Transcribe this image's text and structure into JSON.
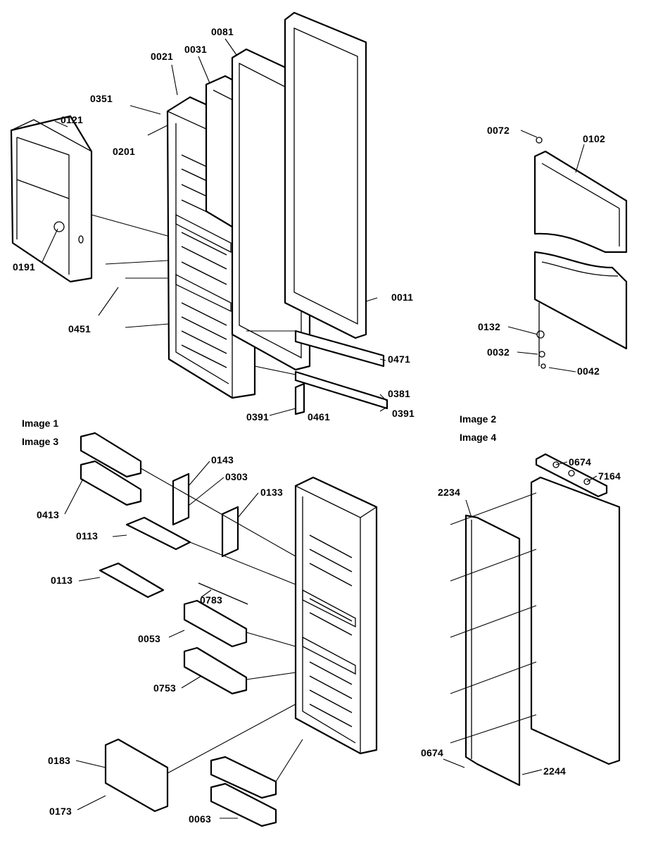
{
  "captions": {
    "image1": "Image 1",
    "image3": "Image 3",
    "image2": "Image 2",
    "image4": "Image 4"
  },
  "callouts": [
    {
      "id": "c0081",
      "text": "0081"
    },
    {
      "id": "c0021",
      "text": "0021"
    },
    {
      "id": "c0031",
      "text": "0031"
    },
    {
      "id": "c0351",
      "text": "0351"
    },
    {
      "id": "c0121",
      "text": "0121"
    },
    {
      "id": "c0201",
      "text": "0201"
    },
    {
      "id": "c0191",
      "text": "0191"
    },
    {
      "id": "c0451",
      "text": "0451"
    },
    {
      "id": "c0011",
      "text": "0011"
    },
    {
      "id": "c0471",
      "text": "0471"
    },
    {
      "id": "c0381",
      "text": "0381"
    },
    {
      "id": "c0391a",
      "text": "0391"
    },
    {
      "id": "c0461",
      "text": "0461"
    },
    {
      "id": "c0391b",
      "text": "0391"
    },
    {
      "id": "c0072",
      "text": "0072"
    },
    {
      "id": "c0102",
      "text": "0102"
    },
    {
      "id": "c0132",
      "text": "0132"
    },
    {
      "id": "c0032",
      "text": "0032"
    },
    {
      "id": "c0042",
      "text": "0042"
    },
    {
      "id": "c0143",
      "text": "0143"
    },
    {
      "id": "c0303",
      "text": "0303"
    },
    {
      "id": "c0133",
      "text": "0133"
    },
    {
      "id": "c0413",
      "text": "0413"
    },
    {
      "id": "c0113a",
      "text": "0113"
    },
    {
      "id": "c0113b",
      "text": "0113"
    },
    {
      "id": "c0783",
      "text": "0783"
    },
    {
      "id": "c0053",
      "text": "0053"
    },
    {
      "id": "c0753",
      "text": "0753"
    },
    {
      "id": "c0183",
      "text": "0183"
    },
    {
      "id": "c0173",
      "text": "0173"
    },
    {
      "id": "c0063",
      "text": "0063"
    },
    {
      "id": "c0674a",
      "text": "0674"
    },
    {
      "id": "c7164",
      "text": "7164"
    },
    {
      "id": "c2234",
      "text": "2234"
    },
    {
      "id": "c0674b",
      "text": "0674"
    },
    {
      "id": "c2244",
      "text": "2244"
    }
  ]
}
